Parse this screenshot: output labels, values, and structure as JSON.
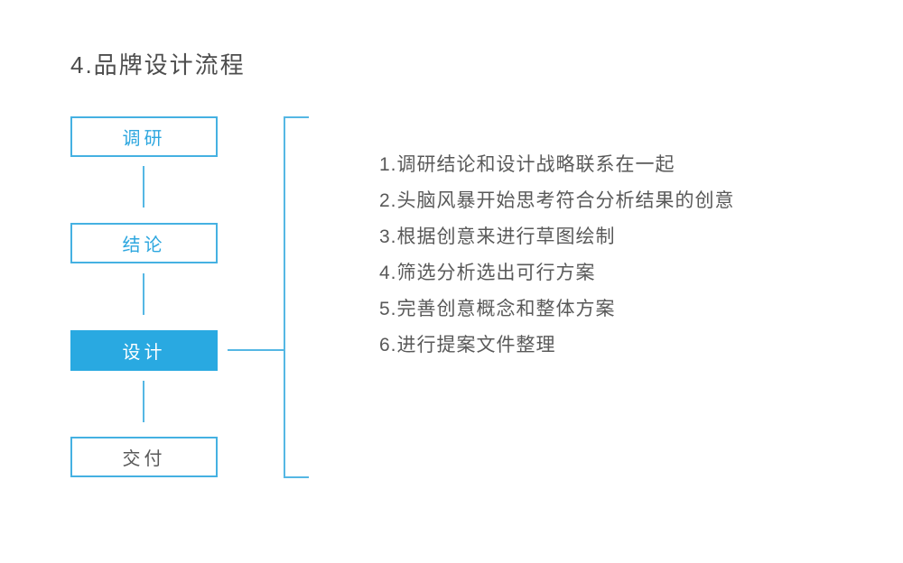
{
  "title": "4.品牌设计流程",
  "flowchart": {
    "nodes": [
      {
        "label": "调研",
        "state": "outline"
      },
      {
        "label": "结论",
        "state": "outline"
      },
      {
        "label": "设计",
        "state": "active"
      },
      {
        "label": "交付",
        "state": "outline-gray"
      }
    ]
  },
  "steps": {
    "items": [
      "1.调研结论和设计战略联系在一起",
      "2.头脑风暴开始思考符合分析结果的创意",
      "3.根据创意来进行草图绘制",
      "4.筛选分析选出可行方案",
      "5.完善创意概念和整体方案",
      "6.进行提案文件整理"
    ]
  },
  "colors": {
    "accent_fill": "#29a9e1",
    "line_blue": "#55b7e4",
    "box_border_blue": "#45b1e2",
    "title_text": "#4d4d4d",
    "body_text": "#595959",
    "active_node_text": "#ffffff"
  }
}
